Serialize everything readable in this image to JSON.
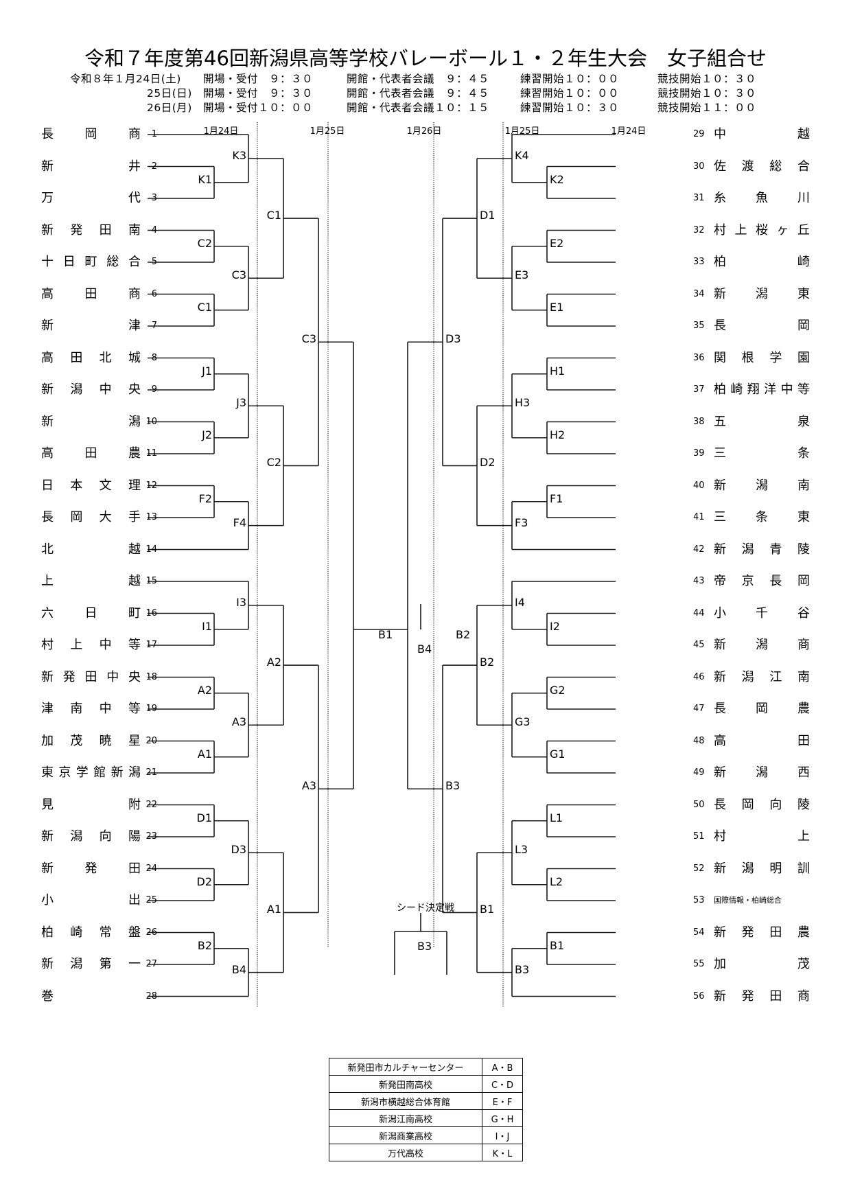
{
  "title": "令和７年度第46回新潟県高等学校バレーボール１・２年生大会　女子組合せ",
  "schedule": [
    {
      "date": "令和８年１月24日(土)",
      "open": "開場・受付　９：３０",
      "meeting": "開館・代表者会議　９：４５",
      "practice": "練習開始１０：００",
      "start": "競技開始１０：３０"
    },
    {
      "date": "25日(日)",
      "open": "開場・受付　９：３０",
      "meeting": "開館・代表者会議　９：４５",
      "practice": "練習開始１０：００",
      "start": "競技開始１０：３０"
    },
    {
      "date": "26日(月)",
      "open": "開場・受付１０：００",
      "meeting": "開館・代表者会議１０：１５",
      "practice": "練習開始１０：３０",
      "start": "競技開始１１：００"
    }
  ],
  "day_headers": [
    "1月24日",
    "1月25日",
    "1月26日",
    "1月25日",
    "1月24日"
  ],
  "teams_left": [
    {
      "seed": "1",
      "name": "長岡商"
    },
    {
      "seed": "2",
      "name": "新井"
    },
    {
      "seed": "3",
      "name": "万代"
    },
    {
      "seed": "4",
      "name": "新発田南"
    },
    {
      "seed": "5",
      "name": "十日町総合"
    },
    {
      "seed": "6",
      "name": "高田商"
    },
    {
      "seed": "7",
      "name": "新津"
    },
    {
      "seed": "8",
      "name": "高田北城"
    },
    {
      "seed": "9",
      "name": "新潟中央"
    },
    {
      "seed": "10",
      "name": "新潟"
    },
    {
      "seed": "11",
      "name": "高田農"
    },
    {
      "seed": "12",
      "name": "日本文理"
    },
    {
      "seed": "13",
      "name": "長岡大手"
    },
    {
      "seed": "14",
      "name": "北越"
    },
    {
      "seed": "15",
      "name": "上越"
    },
    {
      "seed": "16",
      "name": "六日町"
    },
    {
      "seed": "17",
      "name": "村上中等"
    },
    {
      "seed": "18",
      "name": "新発田中央"
    },
    {
      "seed": "19",
      "name": "津南中等"
    },
    {
      "seed": "20",
      "name": "加茂暁星"
    },
    {
      "seed": "21",
      "name": "東京学館新潟"
    },
    {
      "seed": "22",
      "name": "見附"
    },
    {
      "seed": "23",
      "name": "新潟向陽"
    },
    {
      "seed": "24",
      "name": "新発田"
    },
    {
      "seed": "25",
      "name": "小出"
    },
    {
      "seed": "26",
      "name": "柏崎常盤"
    },
    {
      "seed": "27",
      "name": "新潟第一"
    },
    {
      "seed": "28",
      "name": "巻"
    }
  ],
  "teams_right": [
    {
      "seed": "29",
      "name": "中越"
    },
    {
      "seed": "30",
      "name": "佐渡総合"
    },
    {
      "seed": "31",
      "name": "糸魚川"
    },
    {
      "seed": "32",
      "name": "村上桜ヶ丘"
    },
    {
      "seed": "33",
      "name": "柏崎"
    },
    {
      "seed": "34",
      "name": "新潟東"
    },
    {
      "seed": "35",
      "name": "長岡"
    },
    {
      "seed": "36",
      "name": "関根学園"
    },
    {
      "seed": "37",
      "name": "柏崎翔洋中等"
    },
    {
      "seed": "38",
      "name": "五泉"
    },
    {
      "seed": "39",
      "name": "三条"
    },
    {
      "seed": "40",
      "name": "新潟南"
    },
    {
      "seed": "41",
      "name": "三条東"
    },
    {
      "seed": "42",
      "name": "新潟青陵"
    },
    {
      "seed": "43",
      "name": "帝京長岡"
    },
    {
      "seed": "44",
      "name": "小千谷"
    },
    {
      "seed": "45",
      "name": "新潟商"
    },
    {
      "seed": "46",
      "name": "新潟江南"
    },
    {
      "seed": "47",
      "name": "長岡農"
    },
    {
      "seed": "48",
      "name": "高田"
    },
    {
      "seed": "49",
      "name": "新潟西"
    },
    {
      "seed": "50",
      "name": "長岡向陵"
    },
    {
      "seed": "51",
      "name": "村上"
    },
    {
      "seed": "52",
      "name": "新潟明訓"
    },
    {
      "seed": "53",
      "name": "国際情報・柏崎総合"
    },
    {
      "seed": "54",
      "name": "新発田農"
    },
    {
      "seed": "55",
      "name": "加茂"
    },
    {
      "seed": "56",
      "name": "新発田商"
    }
  ],
  "matches_left": {
    "K1": "K1",
    "K3": "K3",
    "C2a": "C2",
    "C1a": "C1",
    "C3a": "C3",
    "C1": "C1",
    "J1": "J1",
    "J2": "J2",
    "J3": "J3",
    "F2": "F2",
    "F4": "F4",
    "C2": "C2",
    "C3": "C3",
    "I1": "I1",
    "I3": "I3",
    "A2a": "A2",
    "A1a": "A1",
    "A3a": "A3",
    "A2": "A2",
    "D1": "D1",
    "D2": "D2",
    "D3": "D3",
    "B2": "B2",
    "B4a": "B4",
    "A1": "A1",
    "A3": "A3"
  },
  "matches_right": {
    "K2": "K2",
    "K4": "K4",
    "E2": "E2",
    "E1": "E1",
    "E3": "E3",
    "D1": "D1",
    "H1": "H1",
    "H2": "H2",
    "H3": "H3",
    "F1": "F1",
    "F3": "F3",
    "D2": "D2",
    "D3": "D3",
    "I2": "I2",
    "I4": "I4",
    "G2": "G2",
    "G1": "G1",
    "G3": "G3",
    "B2": "B2",
    "L1": "L1",
    "L2": "L2",
    "L3": "L3",
    "B1a": "B1",
    "B3a": "B3",
    "B1": "B1",
    "B3": "B3"
  },
  "final": {
    "left": "B1",
    "right": "B2",
    "match": "B4"
  },
  "seed_decider": {
    "label": "シード決定戦",
    "match": "B3"
  },
  "venues": [
    {
      "venue": "新発田市カルチャーセンター",
      "courts": "A・B"
    },
    {
      "venue": "新発田南高校",
      "courts": "C・D"
    },
    {
      "venue": "新潟市横越総合体育館",
      "courts": "E・F"
    },
    {
      "venue": "新潟江南高校",
      "courts": "G・H"
    },
    {
      "venue": "新潟商業高校",
      "courts": "I・J"
    },
    {
      "venue": "万代高校",
      "courts": "K・L"
    }
  ]
}
